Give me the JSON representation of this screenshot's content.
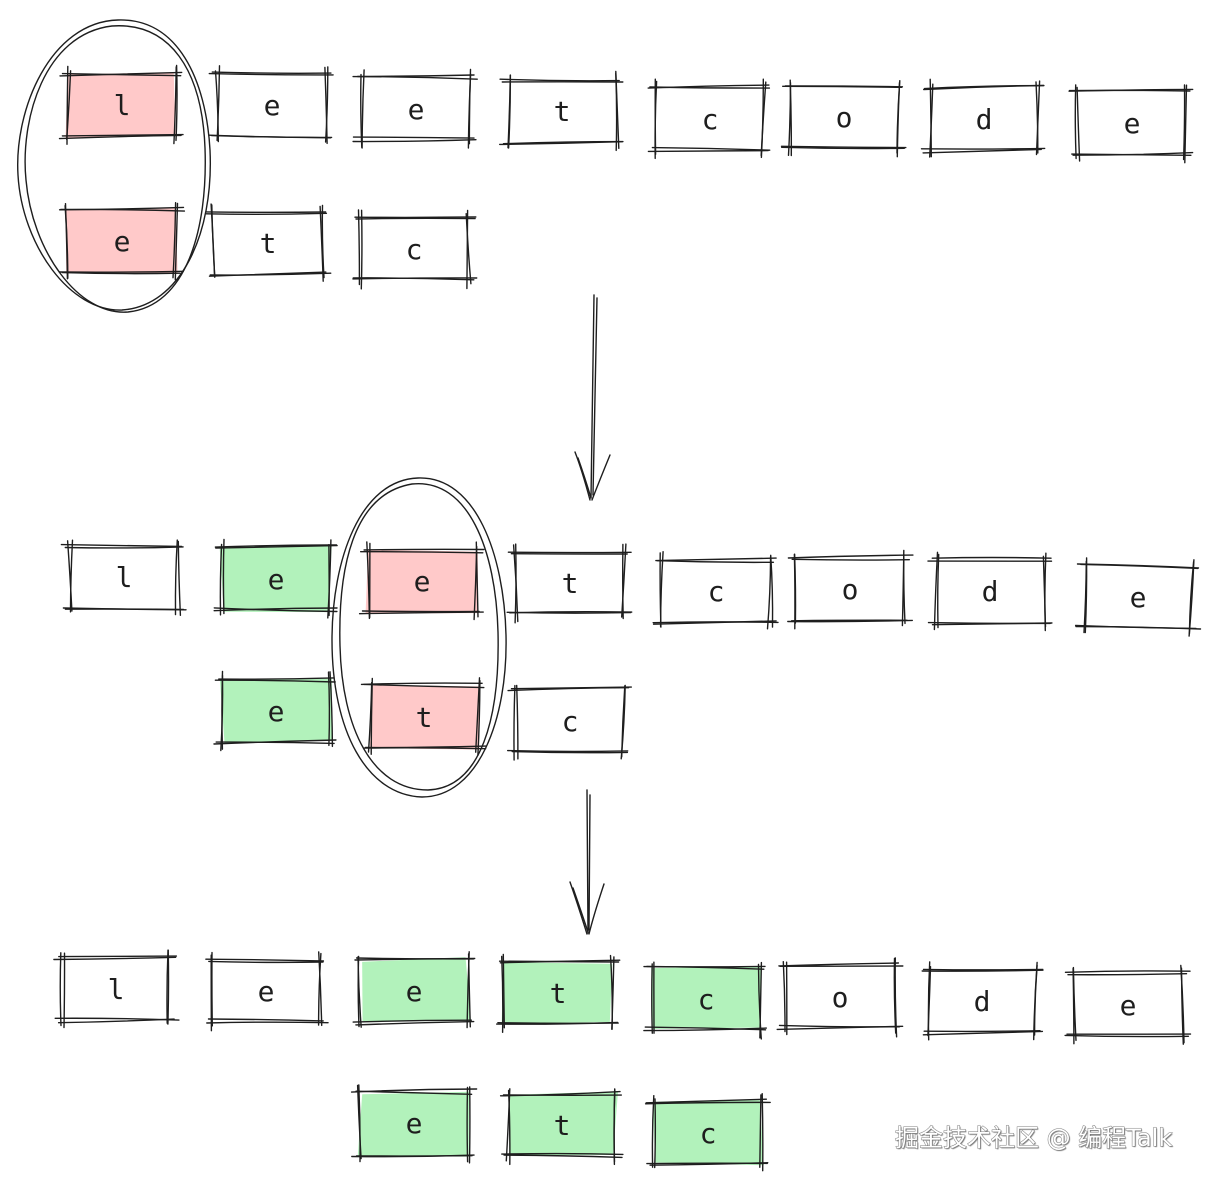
{
  "colors": {
    "stroke": "#1e1e1e",
    "red": "#ffc9c9",
    "green": "#b2f2bb",
    "none": "transparent"
  },
  "steps": [
    {
      "top_row": [
        {
          "char": "l",
          "fill": "red"
        },
        {
          "char": "e",
          "fill": "none"
        },
        {
          "char": "e",
          "fill": "none"
        },
        {
          "char": "t",
          "fill": "none"
        },
        {
          "char": "c",
          "fill": "none"
        },
        {
          "char": "o",
          "fill": "none"
        },
        {
          "char": "d",
          "fill": "none"
        },
        {
          "char": "e",
          "fill": "none"
        }
      ],
      "bottom_row": [
        {
          "char": "e",
          "fill": "red"
        },
        {
          "char": "t",
          "fill": "none"
        },
        {
          "char": "c",
          "fill": "none"
        }
      ]
    },
    {
      "top_row": [
        {
          "char": "l",
          "fill": "none"
        },
        {
          "char": "e",
          "fill": "green"
        },
        {
          "char": "e",
          "fill": "red"
        },
        {
          "char": "t",
          "fill": "none"
        },
        {
          "char": "c",
          "fill": "none"
        },
        {
          "char": "o",
          "fill": "none"
        },
        {
          "char": "d",
          "fill": "none"
        },
        {
          "char": "e",
          "fill": "none"
        }
      ],
      "bottom_row": [
        {
          "char": "e",
          "fill": "green"
        },
        {
          "char": "t",
          "fill": "red"
        },
        {
          "char": "c",
          "fill": "none"
        }
      ]
    },
    {
      "top_row": [
        {
          "char": "l",
          "fill": "none"
        },
        {
          "char": "e",
          "fill": "none"
        },
        {
          "char": "e",
          "fill": "green"
        },
        {
          "char": "t",
          "fill": "green"
        },
        {
          "char": "c",
          "fill": "green"
        },
        {
          "char": "o",
          "fill": "none"
        },
        {
          "char": "d",
          "fill": "none"
        },
        {
          "char": "e",
          "fill": "none"
        }
      ],
      "bottom_row": [
        {
          "char": "e",
          "fill": "green"
        },
        {
          "char": "t",
          "fill": "green"
        },
        {
          "char": "c",
          "fill": "green"
        }
      ]
    }
  ],
  "watermark": "掘金技术社区 @ 编程Talk"
}
